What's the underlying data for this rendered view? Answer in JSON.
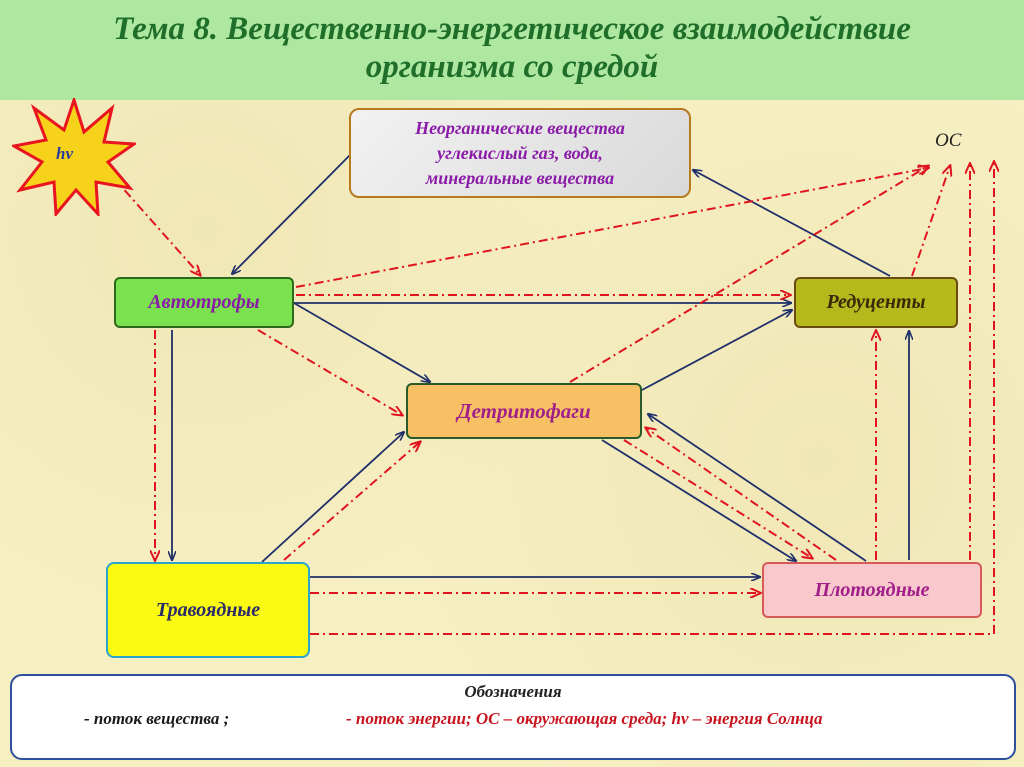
{
  "title": {
    "line1": "Тема 8. Вещественно-энергетическое взаимодействие",
    "line2": "организма со средой"
  },
  "nodes": {
    "inorganic": {
      "line1": "Неорганические вещества",
      "line2": "углекислый газ, вода,",
      "line3": "минеральные вещества"
    },
    "autotrophs": "Автотрофы",
    "reducers": "Редуценты",
    "detritophages": "Детритофаги",
    "herbivores": "Травоядные",
    "carnivores": "Плотоядные",
    "environment": "ОС",
    "sun": "hv"
  },
  "legend": {
    "title": "Обозначения",
    "substance": "- поток вещества ;",
    "energy": "- поток энергии;  ОС – окружающая среда;  hv – энергия Солнца"
  },
  "colors": {
    "substance_flow": "#1f2f6a",
    "energy_flow": "#e0141e",
    "header_bg": "#aee8a0",
    "header_text": "#1f6e2a"
  },
  "icons": {
    "sun": "star-burst-icon"
  }
}
